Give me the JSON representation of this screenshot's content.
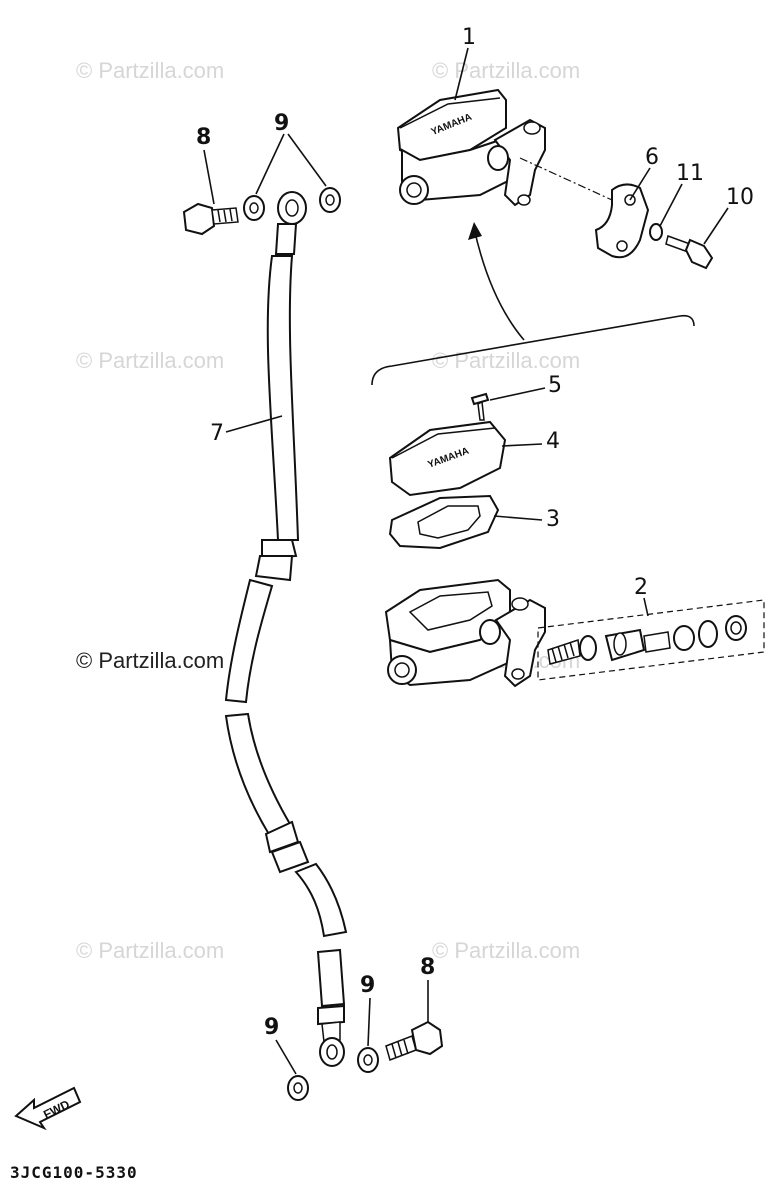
{
  "watermark": "© Partzilla.com",
  "diagram_code": "3JCG100-5330",
  "brand_mark": "YAMAHA",
  "fwd_label": "FWD",
  "callouts": {
    "c1": "1",
    "c2": "2",
    "c3": "3",
    "c4": "4",
    "c5": "5",
    "c6": "6",
    "c7": "7",
    "c8_top": "8",
    "c8_bottom": "8",
    "c9_top": "9",
    "c9_bottom_left": "9",
    "c9_bottom_right": "9",
    "c10": "10",
    "c11": "11"
  },
  "icons": {
    "fwd_arrow": "fwd-arrow-icon"
  }
}
